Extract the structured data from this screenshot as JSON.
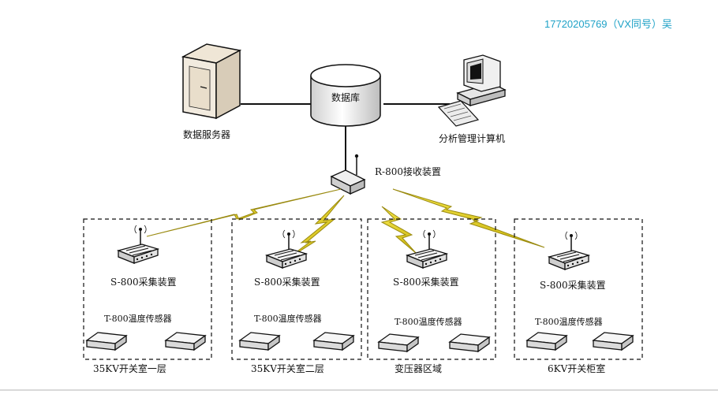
{
  "header": {
    "contact": "17720205769（VX同号）吴"
  },
  "nodes": {
    "database": "数据库",
    "data_server": "数据服务器",
    "analysis_computer": "分析管理计算机",
    "receiver": "R-800接收装置"
  },
  "zones": [
    {
      "label": "35KV开关室一层",
      "collector": "S-800采集装置",
      "sensor": "T-800温度传感器"
    },
    {
      "label": "35KV开关室二层",
      "collector": "S-800采集装置",
      "sensor": "T-800温度传感器"
    },
    {
      "label": "变压器区域",
      "collector": "S-800采集装置",
      "sensor": "T-800温度传感器"
    },
    {
      "label": "6KV开关柜室",
      "collector": "S-800采集装置",
      "sensor": "T-800温度传感器"
    }
  ],
  "colors": {
    "lightning": "#e8d21a",
    "lightning_stroke": "#9a8a10",
    "contact_text": "#1fa2c7",
    "device_fill": "#f2f2f2",
    "line": "#111111"
  }
}
